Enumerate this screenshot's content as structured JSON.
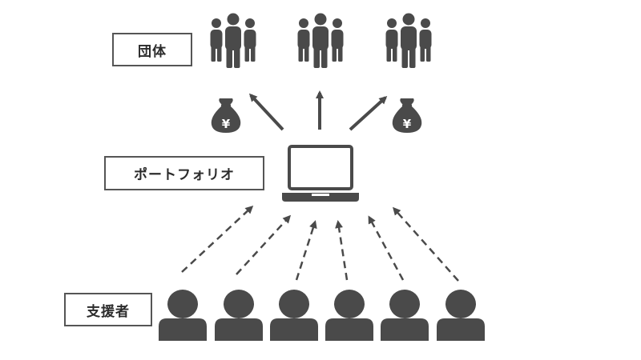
{
  "labels": {
    "organizations": "団体",
    "portfolio": "ポートフォリオ",
    "supporters": "支援者"
  },
  "icons": {
    "money_symbol": "¥",
    "group": "people-group-icon",
    "laptop": "laptop-icon",
    "supporter": "person-icon",
    "money_bag": "yen-money-bag-icon"
  },
  "colors": {
    "icon": "#4a4a4a",
    "border": "#555555",
    "text": "#2b2b2b"
  }
}
